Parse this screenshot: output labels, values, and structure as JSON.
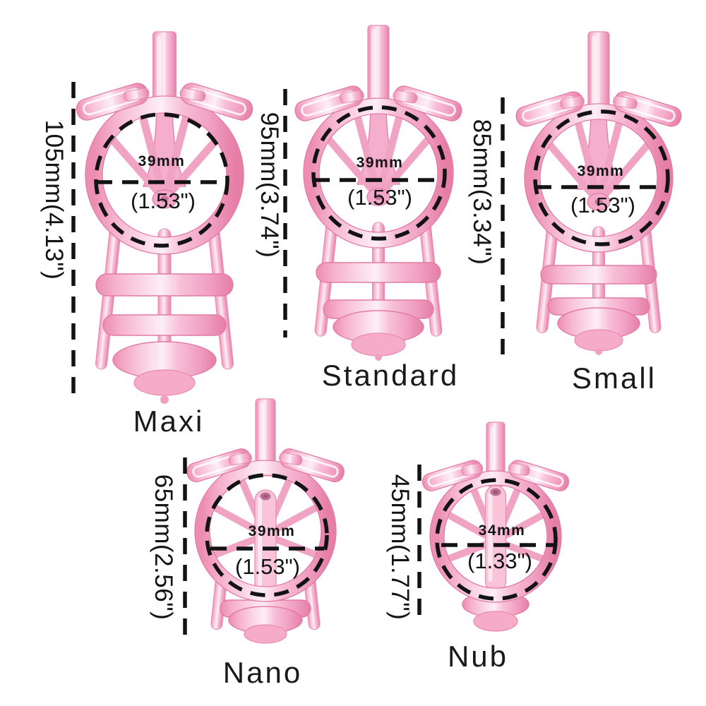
{
  "colors": {
    "product_pink": "#f8bcd2",
    "product_pink_dark": "#e27ba4",
    "annotation_black": "#131313",
    "background": "#ffffff"
  },
  "sizes": [
    {
      "id": "maxi",
      "name": "Maxi",
      "length_label": "105mm(4.13\")",
      "length_mm": 105,
      "length_in": 4.13,
      "inner_diameter_label": "39mm",
      "inner_diameter_inches_label": "(1.53\")",
      "inner_diameter_mm": 39,
      "inner_diameter_in": 1.53
    },
    {
      "id": "standard",
      "name": "Standard",
      "length_label": "95mm(3.74\")",
      "length_mm": 95,
      "length_in": 3.74,
      "inner_diameter_label": "39mm",
      "inner_diameter_inches_label": "(1.53\")",
      "inner_diameter_mm": 39,
      "inner_diameter_in": 1.53
    },
    {
      "id": "small",
      "name": "Small",
      "length_label": "85mm(3.34\")",
      "length_mm": 85,
      "length_in": 3.34,
      "inner_diameter_label": "39mm",
      "inner_diameter_inches_label": "(1.53\")",
      "inner_diameter_mm": 39,
      "inner_diameter_in": 1.53
    },
    {
      "id": "nano",
      "name": "Nano",
      "length_label": "65mm(2.56\")",
      "length_mm": 65,
      "length_in": 2.56,
      "inner_diameter_label": "39mm",
      "inner_diameter_inches_label": "(1.53\")",
      "inner_diameter_mm": 39,
      "inner_diameter_in": 1.53
    },
    {
      "id": "nub",
      "name": "Nub",
      "length_label": "45mm(1.77\")",
      "length_mm": 45,
      "length_in": 1.77,
      "inner_diameter_label": "34mm",
      "inner_diameter_inches_label": "(1.33\")",
      "inner_diameter_mm": 34,
      "inner_diameter_in": 1.33
    }
  ]
}
